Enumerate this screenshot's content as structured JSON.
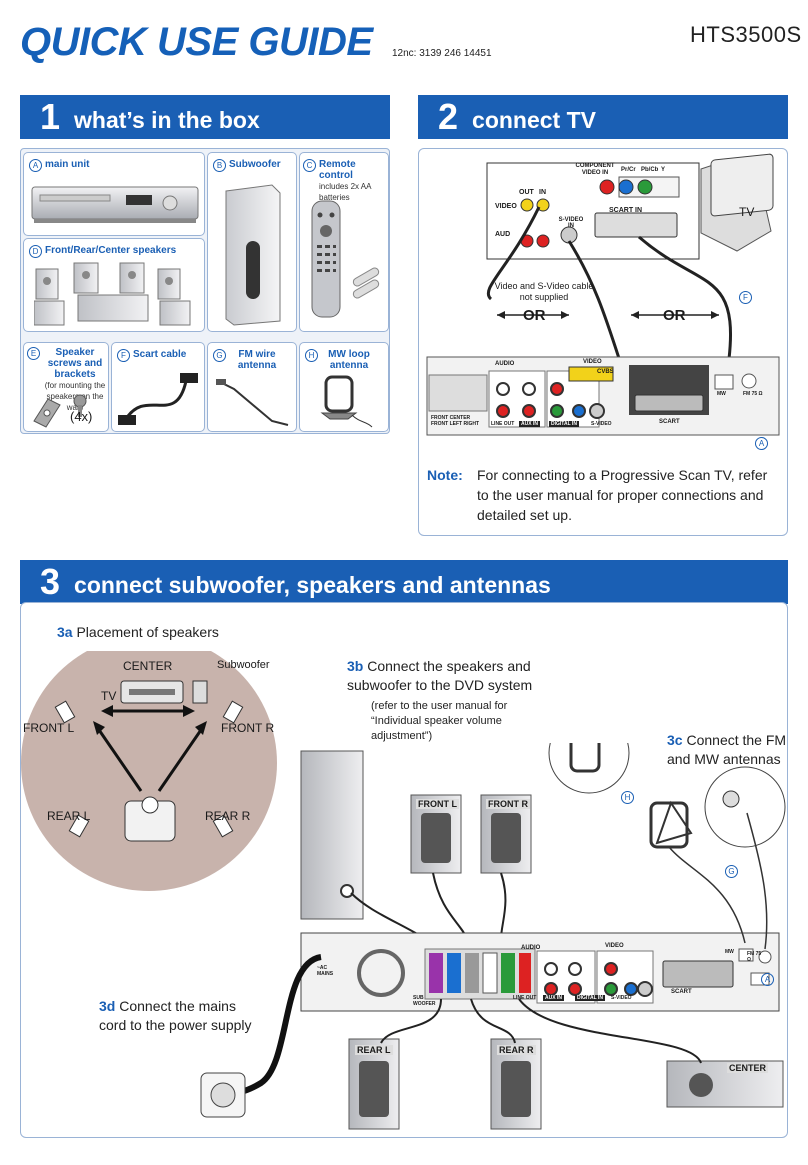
{
  "header": {
    "title": "QUICK USE GUIDE",
    "nc": "12nc: 3139 246 14451",
    "model": "HTS3500S"
  },
  "section1": {
    "num": "1",
    "title": "what’s in the box",
    "items": {
      "A": {
        "letter": "A",
        "label": "main unit"
      },
      "B": {
        "letter": "B",
        "label": "Subwoofer"
      },
      "C": {
        "letter": "C",
        "label": "Remote control",
        "sub": "includes 2x AA batteries"
      },
      "D": {
        "letter": "D",
        "label": "Front/Rear/Center speakers"
      },
      "E": {
        "letter": "E",
        "label": "Speaker screws and brackets",
        "sub": "(for mounting the speakers on the wall)",
        "qty": "(4x)"
      },
      "F": {
        "letter": "F",
        "label": "Scart cable"
      },
      "G": {
        "letter": "G",
        "label": "FM wire antenna"
      },
      "H": {
        "letter": "H",
        "label": "MW loop antenna"
      }
    }
  },
  "section2": {
    "num": "2",
    "title": "connect TV",
    "tv_label": "TV",
    "panel_labels": {
      "component": "COMPONENT VIDEO IN",
      "pr": "Pr/Cr",
      "pb": "Pb/Cb",
      "y": "Y",
      "out": "OUT",
      "in": "IN",
      "video": "VIDEO",
      "audio": "AUD",
      "svideo": "S-VIDEO IN",
      "scart": "SCART IN"
    },
    "cable_note": "Video and S-Video cable not supplied",
    "or1": "OR",
    "or2": "OR",
    "callout_f": "F",
    "callout_a": "A",
    "unit_labels": {
      "audio": "AUDIO",
      "video": "VIDEO",
      "front": "FRONT CENTER FRONT LEFT RIGHT",
      "lineout": "LINE OUT",
      "auxin": "AUX IN",
      "digin": "DIGITAL IN",
      "svideo": "S-VIDEO",
      "scart": "SCART",
      "mw": "MW",
      "fm": "FM 75 Ω",
      "cvbs": "CVBS"
    },
    "note_label": "Note:",
    "note_text": "For connecting to a Progressive Scan TV, refer to the user manual for proper connections and detailed set up."
  },
  "section3": {
    "num": "3",
    "title": "connect subwoofer, speakers and antennas",
    "a_num": "3a",
    "a_text": "Placement of speakers",
    "placement": {
      "center": "CENTER",
      "subwoofer": "Subwoofer",
      "tv": "TV",
      "front_l": "FRONT L",
      "front_r": "FRONT R",
      "rear_l": "REAR L",
      "rear_r": "REAR R"
    },
    "b_num": "3b",
    "b_text": "Connect the speakers and subwoofer to the DVD system",
    "b_sub": "(refer to the user manual for “Individual speaker volume adjustment”)",
    "c_num": "3c",
    "c_text": "Connect the FM and MW antennas",
    "d_num": "3d",
    "d_text": "Connect the mains cord to the power supply",
    "speaker_labels": {
      "front_l": "FRONT L",
      "front_r": "FRONT R",
      "rear_l": "REAR L",
      "rear_r": "REAR R",
      "center": "CENTER"
    },
    "callouts": {
      "h": "H",
      "g": "G",
      "a": "A"
    },
    "unit_labels": {
      "ac": "~AC MAINS",
      "sub": "SUB WOOFER",
      "audio": "AUDIO",
      "video": "VIDEO",
      "lineout": "LINE OUT",
      "auxin": "AUX IN",
      "digin": "DIGITAL IN",
      "svideo": "S-VIDEO",
      "scart": "SCART",
      "mw": "MW",
      "fm": "FM 75 Ω"
    }
  },
  "colors": {
    "brand_blue": "#1a5fb4",
    "panel_border": "#9ab3d6",
    "placement_disc": "#c8b3ac"
  }
}
